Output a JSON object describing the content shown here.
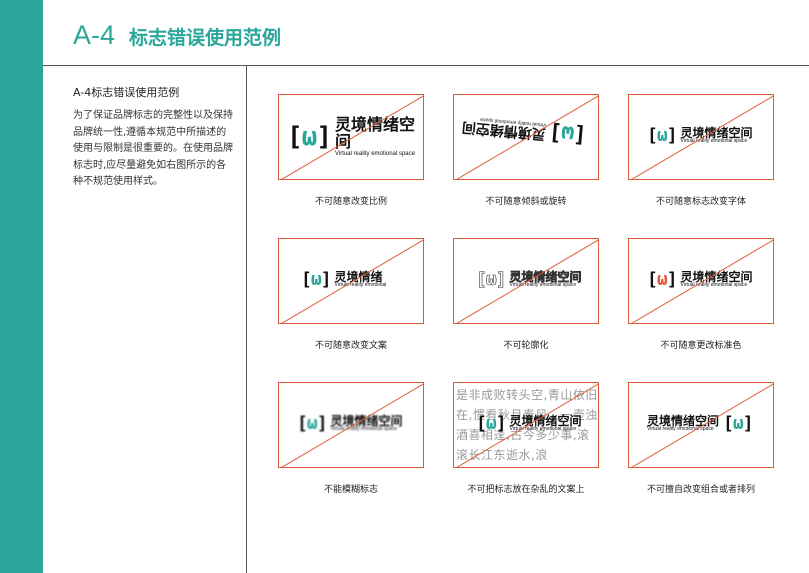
{
  "header": {
    "code": "A-4",
    "title": "标志错误使用范例"
  },
  "sidebar": {
    "title": "A-4标志错误使用范例",
    "body": "为了保证品牌标志的完整性以及保持品牌统一性,遵循本规范中所描述的使用与限制是很重要的。在使用品牌标志时,应尽量避免如右图所示的各种不规范使用样式。"
  },
  "brand": {
    "logo_cn": "灵境情绪空间",
    "logo_cn_short": "灵境情绪",
    "logo_en": "Virtual reality emotional space",
    "logo_en_short": "Virtual reality emotional",
    "mark_left": "[",
    "mark_mid": "ω",
    "mark_right": "]"
  },
  "colors": {
    "accent": "#2aa69b",
    "error_line": "#e0593c"
  },
  "cards": [
    {
      "caption": "不可随意改变比例"
    },
    {
      "caption": "不可随意倾斜或旋转"
    },
    {
      "caption": "不可随意标志改变字体"
    },
    {
      "caption": "不可随意改变文案"
    },
    {
      "caption": "不可轮廓化"
    },
    {
      "caption": "不可随意更改标准色"
    },
    {
      "caption": "不能模糊标志"
    },
    {
      "caption": "不可把标志放在杂乱的文案上"
    },
    {
      "caption": "不可擅自改变组合或者排列"
    }
  ],
  "clutter_text": "是非成败转头空,青山依旧在,惯看秋月春风。一壶浊酒喜相逢,古今多少事,滚滚长江东逝水,浪"
}
